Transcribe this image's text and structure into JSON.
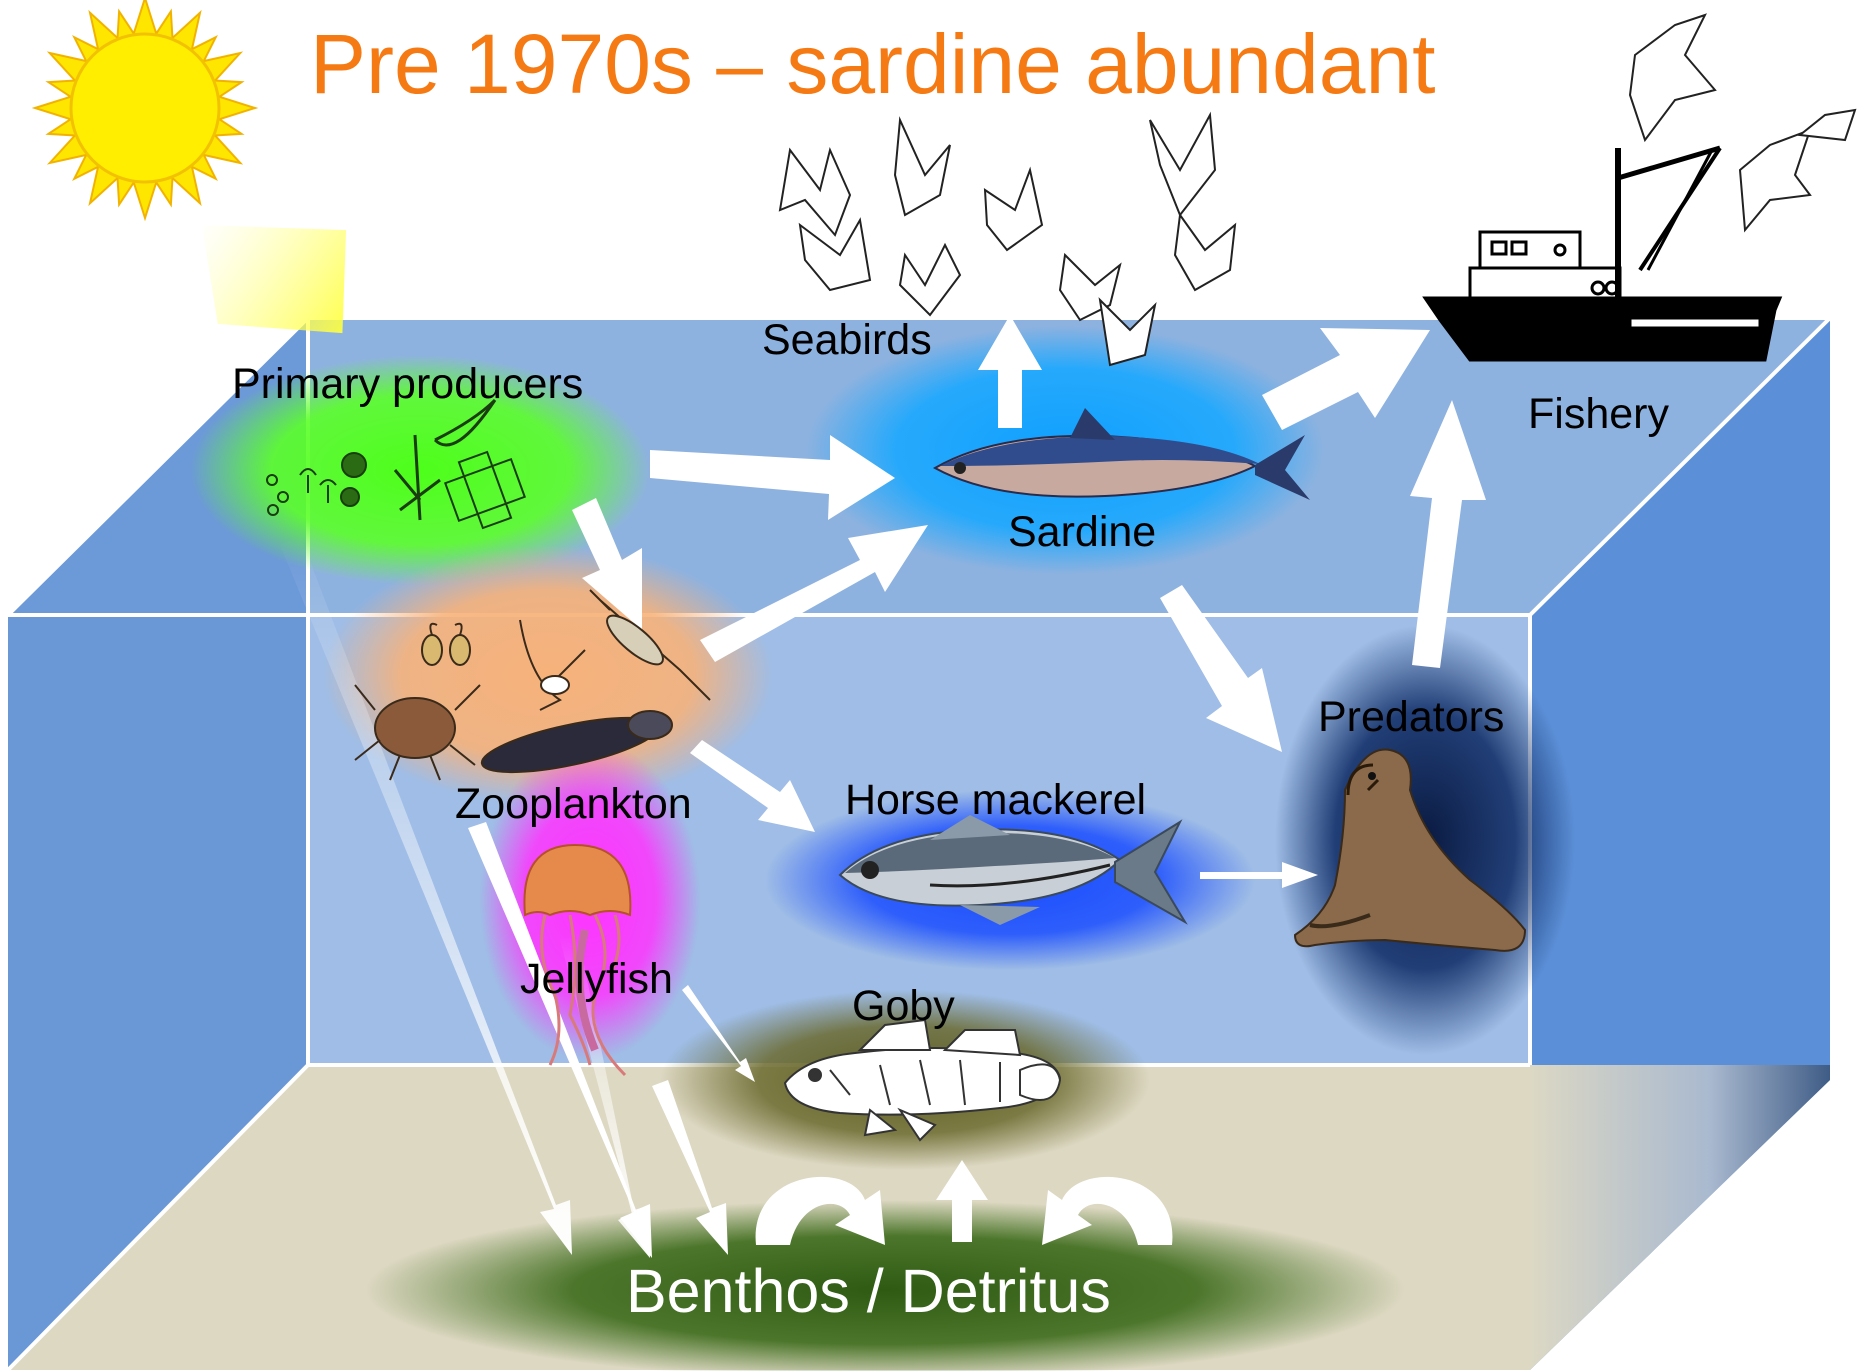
{
  "title": "Pre 1970s – sardine abundant",
  "labels": {
    "primary_producers": "Primary producers",
    "zooplankton": "Zooplankton",
    "jellyfish": "Jellyfish",
    "goby": "Goby",
    "sardine": "Sardine",
    "seabirds": "Seabirds",
    "horse_mackerel": "Horse mackerel",
    "predators": "Predators",
    "fishery": "Fishery",
    "benthos": "Benthos / Detritus"
  },
  "colors": {
    "title": "#f57a14",
    "water": "#8fb3e0",
    "water_side": "#5d8fd6",
    "sediment": "#ddd8c2",
    "primary_glow": "#4dff1a",
    "zooplankton_glow": "#f5b47c",
    "jellyfish_glow": "#ff33ff",
    "sardine_glow": "#1aa3ff",
    "mackerel_glow": "#1a5cff",
    "predator_glow": "#0d1f4d",
    "goby_glow": "#6b6a2e",
    "benthos_glow": "#3c6b1a",
    "arrow": "#ffffff"
  },
  "icons": [
    "sun-icon",
    "seabird-icon",
    "fishing-boat-icon",
    "phytoplankton-icon",
    "zooplankton-icon",
    "jellyfish-icon",
    "sardine-icon",
    "horse-mackerel-icon",
    "seal-icon",
    "goby-icon"
  ]
}
